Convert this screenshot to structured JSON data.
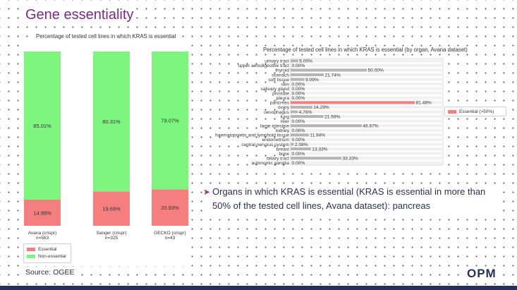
{
  "slide": {
    "title": "Gene essentiality",
    "source": "Source: OGEE",
    "logo": "OPM",
    "bullet": "Organs in which KRAS is essential (KRAS is essential in more than 50% of the tested cell lines, Avana dataset): pancreas"
  },
  "colors": {
    "title": "#7a2a86",
    "essential": "#f57f7f",
    "non_essential": "#7ef57e",
    "other_bar": "#b5b5b5",
    "footer_bar": "#262f5e"
  },
  "chart_data": [
    {
      "type": "bar",
      "stacked": true,
      "title": "Percentage of tested cell lines in which KRAS is essential",
      "categories": [
        "Avana (crispr)",
        "Sanger (crispr)",
        "GECKO (crispr)"
      ],
      "category_n": [
        "n=563",
        "n=325",
        "n=43"
      ],
      "series": [
        {
          "name": "Essential",
          "values": [
            14.99,
            19.69,
            20.93
          ],
          "labels": [
            "14.99%",
            "19.69%",
            "20.93%"
          ]
        },
        {
          "name": "Non-essential",
          "values": [
            85.01,
            80.31,
            79.07
          ],
          "labels": [
            "85.01%",
            "80.31%",
            "79.07%"
          ]
        }
      ],
      "ylim": [
        0,
        100
      ],
      "legend": "bottom-left"
    },
    {
      "type": "bar",
      "orientation": "horizontal",
      "title": "Percentage of tested cell lines in which KRAS is essential (by organ, Avana dataset)",
      "categories": [
        "urinary tract",
        "upper aerodigestive tract",
        "thyroid",
        "stomach",
        "soft tissue",
        "skin",
        "salivary gland",
        "prostate",
        "pleura",
        "pancreas",
        "ovary",
        "oesophagus",
        "lung",
        "liver",
        "large intestine",
        "kidney",
        "haematopoietic and lymphoid tissue",
        "endometrium",
        "central nervous system",
        "breast",
        "bone",
        "biliary tract",
        "autonomic ganglia"
      ],
      "values": [
        5.0,
        0.0,
        50.0,
        21.74,
        9.09,
        0.0,
        0.0,
        0.0,
        0.0,
        81.48,
        14.29,
        4.76,
        21.59,
        0.0,
        46.67,
        0.0,
        11.94,
        0.0,
        2.08,
        13.33,
        0.0,
        33.33,
        0.0
      ],
      "labels": [
        "5.00%",
        "0.00%",
        "50.00%",
        "21.74%",
        "9.09%",
        "0.00%",
        "0.00%",
        "0.00%",
        "0.00%",
        "81.48%",
        "14.29%",
        "4.76%",
        "21.59%",
        "0.00%",
        "46.67%",
        "0.00%",
        "11.94%",
        "0.00%",
        "2.08%",
        "13.33%",
        "0.00%",
        "33.33%",
        "0.00%"
      ],
      "highlight_category": "pancreas",
      "legend_label": "Essential (>50%)",
      "xlim": [
        0,
        100
      ],
      "legend": "right"
    }
  ]
}
